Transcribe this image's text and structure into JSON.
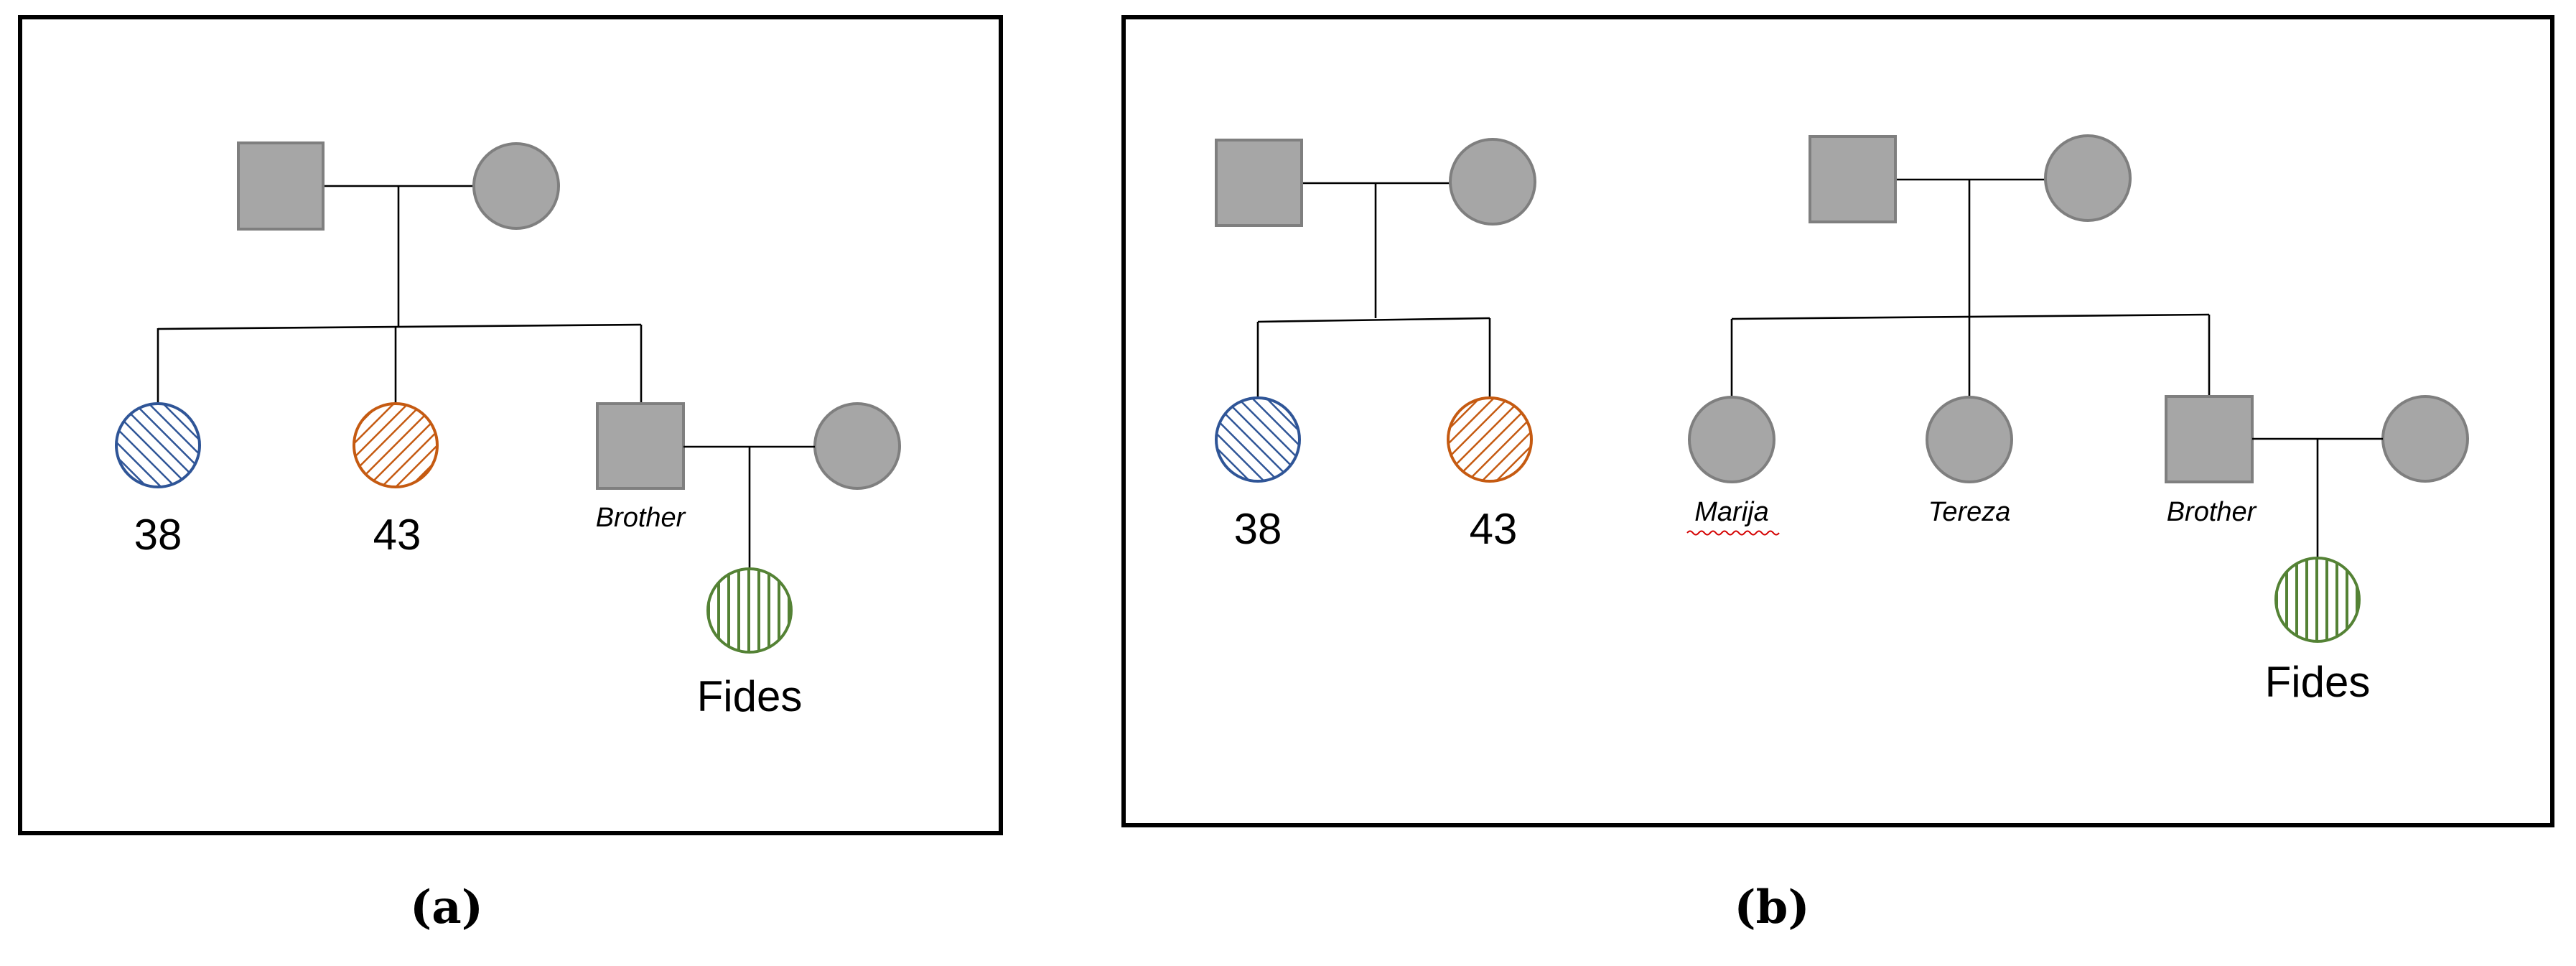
{
  "panel_a": {
    "caption": "(a)",
    "labels": {
      "child1": "38",
      "child2": "43",
      "brother": "Brother",
      "fides": "Fides"
    }
  },
  "panel_b": {
    "caption": "(b)",
    "labels": {
      "child1": "38",
      "child2": "43",
      "sister1": "Marija",
      "sister2": "Tereza",
      "brother": "Brother",
      "fides": "Fides"
    }
  },
  "colors": {
    "individual_fill": "#a6a6a6",
    "individual_outline": "#7f7f7f",
    "hatch_blue": "#2f5597",
    "hatch_orange": "#c55a11",
    "hatch_green": "#548235"
  }
}
